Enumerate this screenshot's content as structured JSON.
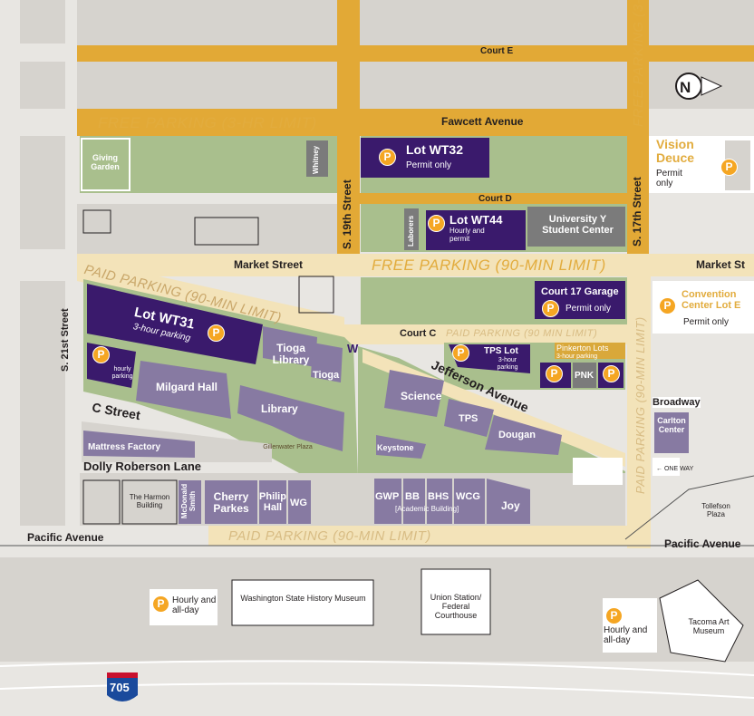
{
  "streets": {
    "court_e": "Court E",
    "fawcett": "Fawcett Avenue",
    "court_d": "Court D",
    "market": "Market Street",
    "market_right": "Market St",
    "s19": "S. 19th Street",
    "s17": "S. 17th Street",
    "s21": "S. 21st Street",
    "court_c": "Court C",
    "jefferson": "Jefferson Avenue",
    "c_street": "C Street",
    "dolly": "Dolly Roberson Lane",
    "pacific_left": "Pacific Avenue",
    "pacific_right": "Pacific Avenue",
    "broadway": "Broadway",
    "one_way": "ONE WAY",
    "s17_top": "S. 17TH"
  },
  "zones": {
    "free_3hr": "FREE PARKING (3-HR LIMIT)",
    "free_90": "FREE PARKING (90-MIN LIMIT)",
    "paid_diag": "PAID PARKING (90-MIN LIMIT)",
    "paid_court_c": "PAID PARKING (90 MIN LIMIT)",
    "paid_right": "PAID PARKING (90-MIN LIMIT)",
    "paid_bottom": "PAID PARKING (90-MIN LIMIT)",
    "paid_s17": "FREE PARKING (3-HR LIMIT)"
  },
  "lots": {
    "wt32": "Lot WT32",
    "wt32_sub": "Permit only",
    "wt44": "Lot WT44",
    "wt44_sub": "Hourly and permit",
    "wt31": "Lot WT31",
    "wt31_sub": "3-hour parking",
    "hourly": "hourly parking",
    "court17": "Court 17 Garage",
    "court17_sub": "Permit only",
    "tps": "TPS Lot",
    "tps_sub": "3-hour parking",
    "pinkerton": "Pinkerton Lots",
    "pinkerton_sub": "3-hour parking",
    "pnk": "PNK",
    "vision": "Vision Deuce",
    "vision_sub": "Permit only",
    "convention": "Convention Center Lot E",
    "convention_sub": "Permit only",
    "hourly_left": "Hourly and all-day",
    "hourly_right": "Hourly and all-day",
    "p": "P"
  },
  "buildings": {
    "giving": "Giving Garden",
    "whitney": "Whitney",
    "laborers": "Laborers",
    "univ_y": "University Y Student Center",
    "tioga_lib": "Tioga Library",
    "tioga": "Tioga",
    "milgard": "Milgard Hall",
    "library": "Library",
    "gillenwater": "Gillenwater Plaza",
    "mattress": "Mattress Factory",
    "science": "Science",
    "tps": "TPS",
    "dougan": "Dougan",
    "keystone": "Keystone",
    "harmon": "The Harmon Building",
    "mcdonald": "McDonald Smith",
    "cherry": "Cherry Parkes",
    "philip": "Philip Hall",
    "wg": "WG",
    "gwp": "GWP",
    "bb": "BB",
    "bhs": "BHS",
    "wcg": "WCG",
    "academic": "[Academic Building]",
    "joy": "Joy",
    "carlton": "Carlton Center",
    "tollefson": "Tollefson Plaza",
    "wshm": "Washington State History Museum",
    "union": "Union Station/ Federal Courthouse",
    "tam": "Tacoma Art Museum"
  },
  "misc": {
    "north": "N",
    "interstate": "705",
    "uw": "W"
  }
}
